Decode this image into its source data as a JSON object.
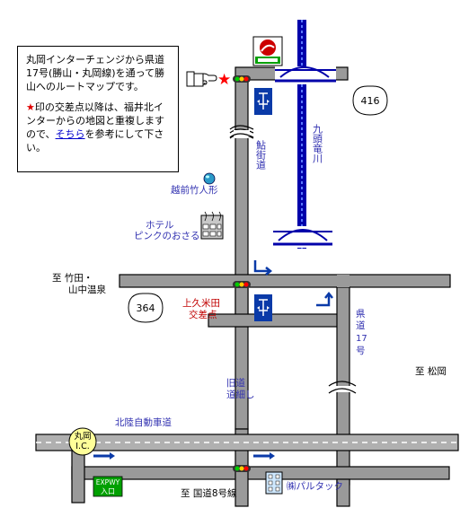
{
  "info": {
    "para1": "丸岡インターチェンジから県道17号(勝山・丸岡線)を通って勝山へのルートマップです。",
    "para2_star": "★",
    "para2_a": "印の交差点以降は、福井北インターからの地図と重複しますので、",
    "link": "そちら",
    "para2_b": "を参考にして下さい。"
  },
  "labels": {
    "river": "九頭竜川",
    "ayu": "鮎街道",
    "echizen": "越前竹人形",
    "hotel1": "ホテル",
    "hotel2": "ピンクのおさる",
    "dest_yamanaka1": "至 竹田・",
    "dest_yamanaka2": "山中温泉",
    "kamikume1": "上久米田",
    "kamikume2": "交差点",
    "pref17a": "県",
    "pref17b": "道",
    "pref17c": "17",
    "pref17d": "号",
    "matsuoka": "至 松岡",
    "olda1": "旧道",
    "olda2": "道細し",
    "hokuriku": "北陸自動車道",
    "maruoka_ic1": "丸岡",
    "maruoka_ic2": "I.C.",
    "expwy1": "EXPWY",
    "expwy2": "入口",
    "route8": "至 国道8号線",
    "parutack": "㈱パルタック"
  },
  "route_shields": {
    "r416": "416",
    "r364": "364"
  },
  "colors": {
    "road_fill": "#9a9a9a",
    "road_edge": "#000000",
    "river": "#0000aa",
    "route_star": "#ff0000",
    "sign_blue": "#0a3aa8",
    "ic_yellow": "#ffff99",
    "expwy_green": "#00a000",
    "label_blue": "#3030b0",
    "label_red": "#c00000"
  }
}
